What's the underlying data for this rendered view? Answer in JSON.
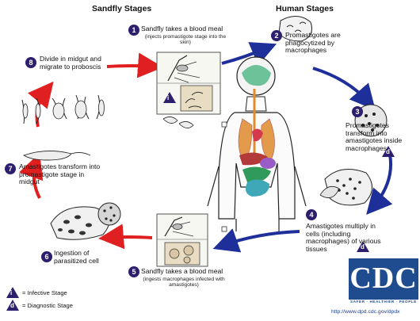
{
  "headers": {
    "sandfly": "Sandfly Stages",
    "human": "Human Stages"
  },
  "steps": [
    {
      "num": "1",
      "label": "Sandfly takes a blood meal",
      "sublabel": "(injects promastigote stage into the skin)"
    },
    {
      "num": "2",
      "label": "Promastigotes are phagocytized by macrophages",
      "sublabel": ""
    },
    {
      "num": "3",
      "label": "Promastigotes transform into amastigotes inside macrophages",
      "sublabel": ""
    },
    {
      "num": "4",
      "label": "Amastigotes multiply in cells (including macrophages) of various tissues",
      "sublabel": ""
    },
    {
      "num": "5",
      "label": "Sandfly takes a blood meal",
      "sublabel": "(ingests macrophages infected with amastigotes)"
    },
    {
      "num": "6",
      "label": "Ingestion of parasitized cell",
      "sublabel": ""
    },
    {
      "num": "7",
      "label": "Amastigotes transform into promastigote stage in midgut",
      "sublabel": ""
    },
    {
      "num": "8",
      "label": "Divide in midgut and migrate to proboscis",
      "sublabel": ""
    }
  ],
  "legend": {
    "infective": "= Infective Stage",
    "diagnostic": "= Diagnostic Stage",
    "infective_marker": "i",
    "diagnostic_marker": "d"
  },
  "logo": {
    "text": "CDC",
    "subtext": "SAFER · HEALTHIER · PEOPLE"
  },
  "url": "http://www.dpd.cdc.gov/dpdx",
  "colors": {
    "human_cycle_arrow": "#1f2f9a",
    "sandfly_cycle_arrow": "#e02020",
    "step_badge": "#2e1f6e",
    "logo_blue": "#1f4c8f"
  }
}
